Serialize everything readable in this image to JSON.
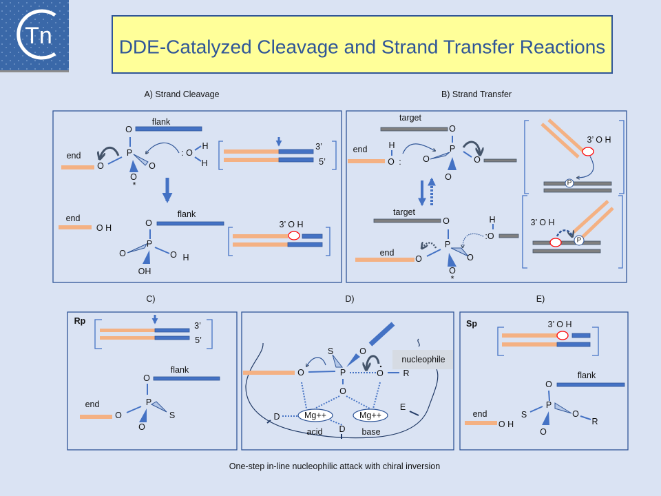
{
  "header": {
    "logo_text": "Tn",
    "title": "DDE-Catalyzed Cleavage and Strand Transfer Reactions"
  },
  "panel_a": {
    "heading": "A) Strand Cleavage",
    "labels": [
      "flank",
      "O",
      "P",
      "end",
      "O",
      "O",
      "O",
      "*",
      ":",
      "O",
      "H",
      "H",
      "3’",
      "5’",
      "end",
      "O H",
      "flank",
      "O",
      "P",
      "O",
      "O",
      "H",
      "OH",
      "3’ O H"
    ]
  },
  "panel_b": {
    "heading": "B) Strand Transfer",
    "labels": [
      "target",
      "O",
      "P",
      "end",
      "H",
      "O",
      ":",
      "O",
      "O",
      "O",
      "target",
      "O",
      "P",
      "end",
      "O",
      "O",
      "O",
      "*",
      "H",
      ":O",
      "3’ O H",
      "P",
      "3’ O H",
      "P"
    ]
  },
  "panel_c": {
    "heading": "C)",
    "labels": [
      "Rp",
      "3’",
      "5’",
      "flank",
      "O",
      "P",
      "end",
      "O",
      "S",
      "O"
    ]
  },
  "panel_d": {
    "heading": "D)",
    "labels": [
      "O",
      "P",
      "O",
      "R",
      "nucleophile",
      "S",
      "O",
      "O",
      "Mg++",
      "Mg++",
      "D",
      "D",
      "acid",
      "base",
      "E"
    ]
  },
  "panel_e": {
    "heading": "E)",
    "labels": [
      "Sp",
      "3’ O H",
      "flank",
      "O",
      "P",
      "S",
      "O",
      "R",
      "O",
      "end",
      "O H"
    ]
  },
  "caption": "One-step in-line nucleophilic attack with chiral inversion",
  "colors": {
    "background": "#dae3f3",
    "title_box": "#ffff99",
    "title_text": "#2f5597",
    "flank_dna": "#4472c4",
    "end_dna": "#f4b183",
    "target_dna": "#7f7f7f"
  }
}
